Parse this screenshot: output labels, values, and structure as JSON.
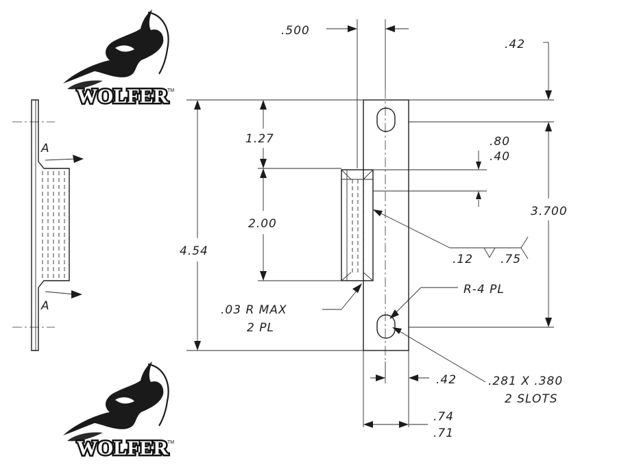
{
  "logo": {
    "brand": "WOLFER",
    "trademark": "TM"
  },
  "side_view": {
    "section_label_top": "A",
    "section_label_bottom": "A"
  },
  "dimensions": {
    "slot_offset": ".500",
    "top_margin": ".42",
    "hole_spacing_small": "1.27",
    "hole_length": "2.00",
    "overall_length": "4.54",
    "slot_center_distance": "3.700",
    "dim_80": ".80",
    "dim_40": ".40",
    "weld_size": ".12",
    "weld_length": ".75",
    "corner_radius_line1": ".03 R MAX",
    "corner_radius_line2": "2 PL",
    "slot_radius": "R-4 PL",
    "edge_distance": ".42",
    "slot_size_line1": ".281 X .380",
    "slot_size_line2": "2 SLOTS",
    "width_max": ".74",
    "width_min": ".71"
  }
}
